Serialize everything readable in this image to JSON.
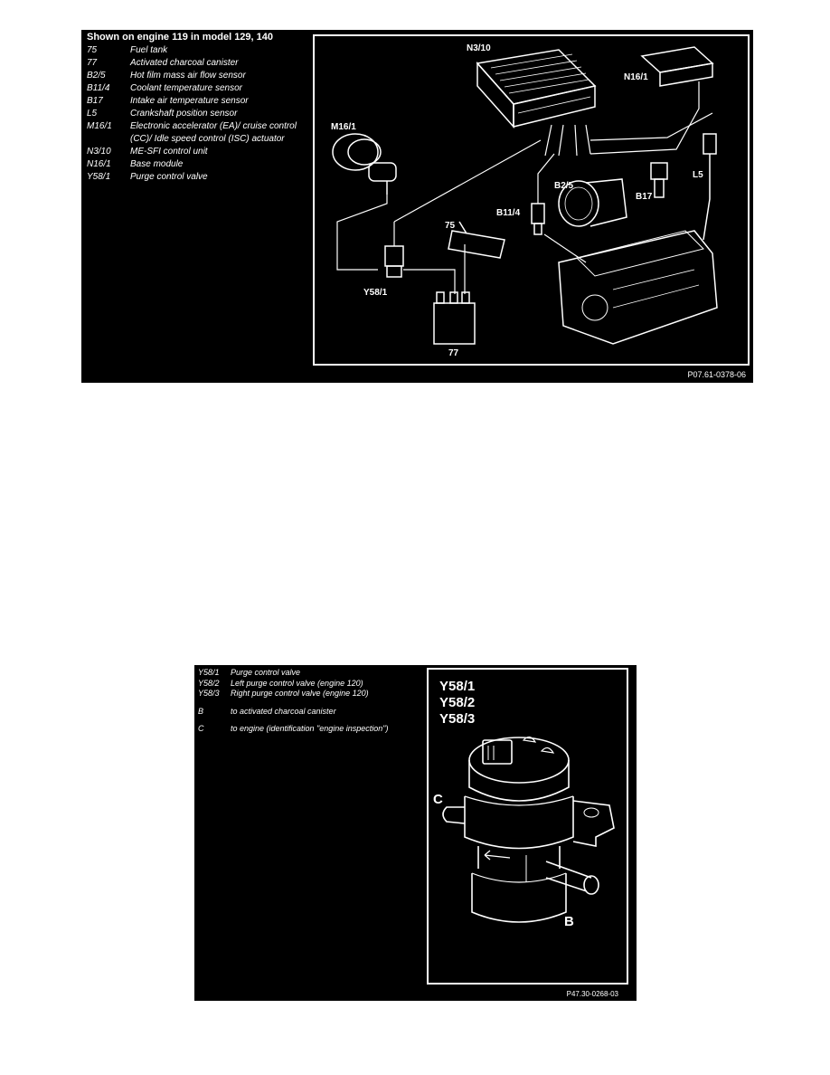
{
  "figure1": {
    "legend_title": "Shown on engine 119 in model 129, 140",
    "legend": [
      {
        "code": "75",
        "desc": "Fuel tank"
      },
      {
        "code": "77",
        "desc": "Activated charcoal canister"
      },
      {
        "code": "B2/5",
        "desc": "Hot film mass air flow sensor"
      },
      {
        "code": "B11/4",
        "desc": "Coolant temperature sensor"
      },
      {
        "code": "B17",
        "desc": "Intake air temperature sensor"
      },
      {
        "code": "L5",
        "desc": "Crankshaft position sensor"
      },
      {
        "code": "M16/1",
        "desc": "Electronic accelerator (EA)/ cruise control (CC)/ Idle speed control (ISC) actuator"
      },
      {
        "code": "N3/10",
        "desc": "ME-SFI control unit"
      },
      {
        "code": "N16/1",
        "desc": "Base module"
      },
      {
        "code": "Y58/1",
        "desc": "Purge control valve"
      }
    ],
    "labels": {
      "n310": "N3/10",
      "n161": "N16/1",
      "m161": "M16/1",
      "b25": "B2/5",
      "b114": "B11/4",
      "b17": "B17",
      "l5": "L5",
      "c75": "75",
      "y581": "Y58/1",
      "c77": "77"
    },
    "figure_id": "P07.61-0378-06"
  },
  "figure2": {
    "legend": [
      {
        "code": "Y58/1",
        "desc": "Purge control valve"
      },
      {
        "code": "Y58/2",
        "desc": "Left purge control valve (engine 120)"
      },
      {
        "code": "Y58/3",
        "desc": "Right purge control valve (engine 120)"
      },
      {
        "code": "B",
        "desc": "to activated charcoal canister"
      },
      {
        "code": "C",
        "desc": "to engine (identification \"engine inspection\")"
      }
    ],
    "labels": {
      "y581": "Y58/1",
      "y582": "Y58/2",
      "y583": "Y58/3",
      "c": "C",
      "b": "B"
    },
    "figure_id": "P47.30-0268-03"
  }
}
